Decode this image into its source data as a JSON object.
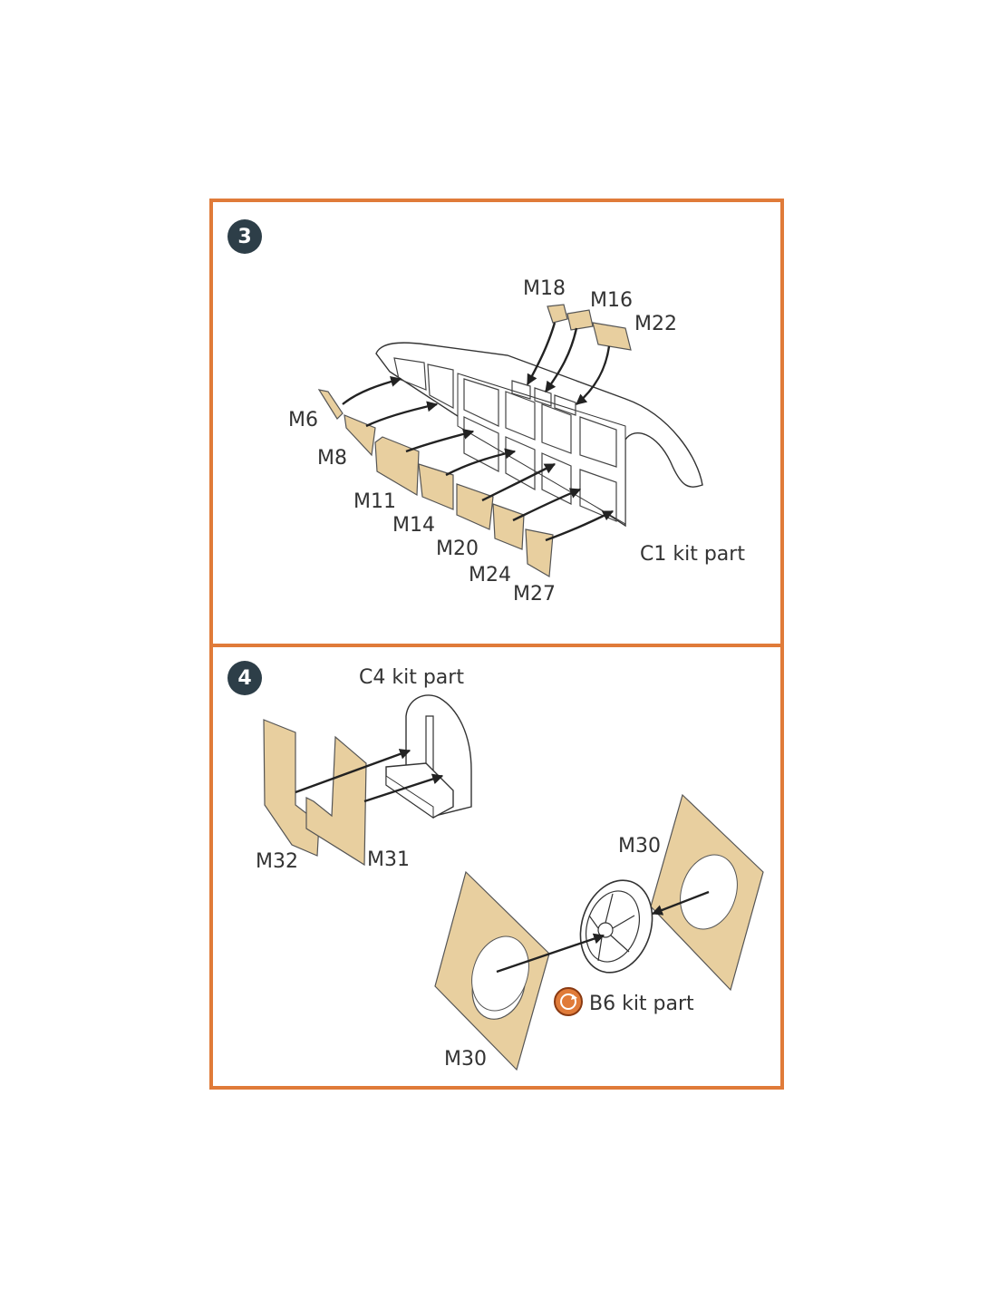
{
  "colors": {
    "border": "#e07b39",
    "badge": "#2d3e48",
    "mask": "#e8cf9f"
  },
  "step3": {
    "number": "3",
    "labels": {
      "m18": "M18",
      "m16": "M16",
      "m22": "M22",
      "m6": "M6",
      "m8": "M8",
      "m11": "M11",
      "m14": "M14",
      "m20": "M20",
      "m24": "M24",
      "m27": "M27",
      "c1": "C1 kit part"
    }
  },
  "step4": {
    "number": "4",
    "labels": {
      "c4": "C4 kit part",
      "m32": "M32",
      "m31": "M31",
      "m30_top": "M30",
      "m30_bottom": "M30",
      "b6": "B6 kit part"
    },
    "b6_icon": "rotate-icon"
  }
}
